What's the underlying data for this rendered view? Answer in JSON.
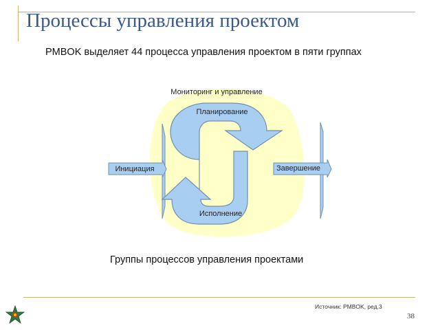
{
  "slide": {
    "title": "Процессы управления проектом",
    "subtitle": "PMBOK выделяет 44 процесса управления проектом в пяти группах",
    "caption": "Группы процессов управления проектами",
    "source": "Источник: PMBOK, ред.3",
    "page_number": "38"
  },
  "diagram": {
    "monitoring": "Мониторинг и управление",
    "planning": "Планирование",
    "executing": "Исполнение",
    "initiating": "Инициация",
    "closing": "Завершение"
  },
  "colors": {
    "title": "#3a5a8a",
    "background_blob": "#ffffc8",
    "arrow_fill": "#a8cff2",
    "arrow_stroke": "#6f8fb0",
    "rule": "#c9b46a"
  }
}
